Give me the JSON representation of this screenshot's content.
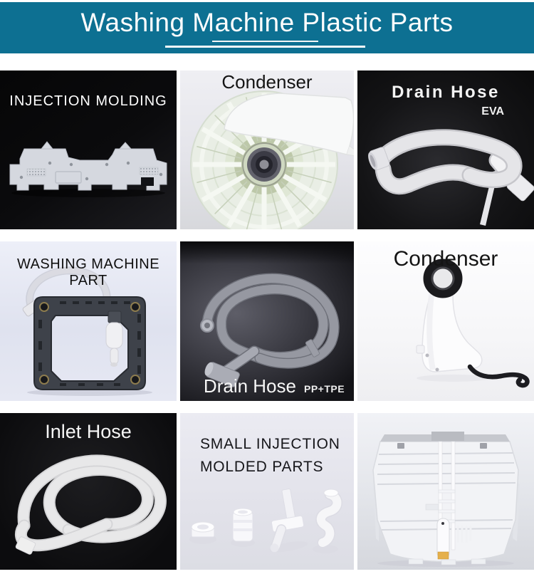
{
  "banner": {
    "title": "Washing Machine Plastic Parts",
    "bg_color": "#0d7092",
    "text_color": "#ffffff"
  },
  "panels": {
    "injection_molding": {
      "label": "INJECTION MOLDING",
      "bg_color": "#0b0b0d",
      "label_color": "#ffffff"
    },
    "condenser_drum": {
      "label": "Condenser",
      "bg_color": "#e8e8ee",
      "label_color": "#141414"
    },
    "drain_hose_eva": {
      "label": "Drain Hose",
      "material": "EVA",
      "bg_color": "#141416",
      "label_color": "#f4f4f4"
    },
    "washing_machine_part": {
      "label": "WASHING MACHINE PART",
      "bg_color": "#e3e5f1",
      "label_color": "#101010"
    },
    "drain_hose_pp_tpe": {
      "label": "Drain Hose",
      "material": "PP+TPE",
      "bg_color": "#3c3c44",
      "label_color": "#f6f6f6"
    },
    "condenser_tank": {
      "label": "Condenser",
      "bg_color": "#fbfbfc",
      "label_color": "#141414"
    },
    "inlet_hose": {
      "label": "Inlet Hose",
      "bg_color": "#0e0e10",
      "label_color": "#f6f6f6"
    },
    "small_parts": {
      "label_line1": "SMALL INJECTION",
      "label_line2": "MOLDED PARTS",
      "bg_color": "#e6e6ed",
      "label_color": "#16161a"
    }
  }
}
